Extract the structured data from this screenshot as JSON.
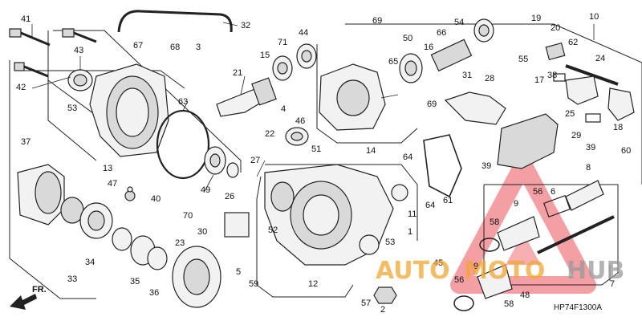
{
  "diagram": {
    "code": "HP74F1300A",
    "direction_label": "FR.",
    "callouts": [
      "41",
      "43",
      "42",
      "53",
      "13",
      "37",
      "47",
      "40",
      "33",
      "34",
      "35",
      "36",
      "23",
      "68",
      "3",
      "67",
      "32",
      "21",
      "15",
      "71",
      "44",
      "4",
      "46",
      "22",
      "51",
      "63",
      "49",
      "26",
      "27",
      "70",
      "30",
      "52",
      "5",
      "59",
      "12",
      "50",
      "54",
      "69",
      "66",
      "16",
      "65",
      "55",
      "19",
      "20",
      "62",
      "10",
      "24",
      "17",
      "38",
      "31",
      "28",
      "25",
      "18",
      "14",
      "64",
      "29",
      "39",
      "60",
      "61",
      "8",
      "56",
      "6",
      "58",
      "9",
      "7",
      "11",
      "1",
      "45",
      "57",
      "2",
      "48"
    ],
    "watermark": {
      "brand_left": "AUTO",
      "brand_mid": "MOTO",
      "brand_right": "HUB",
      "color_red": "#e8323a",
      "color_orange": "#f2a633",
      "color_gray": "#9a9a9a"
    }
  }
}
